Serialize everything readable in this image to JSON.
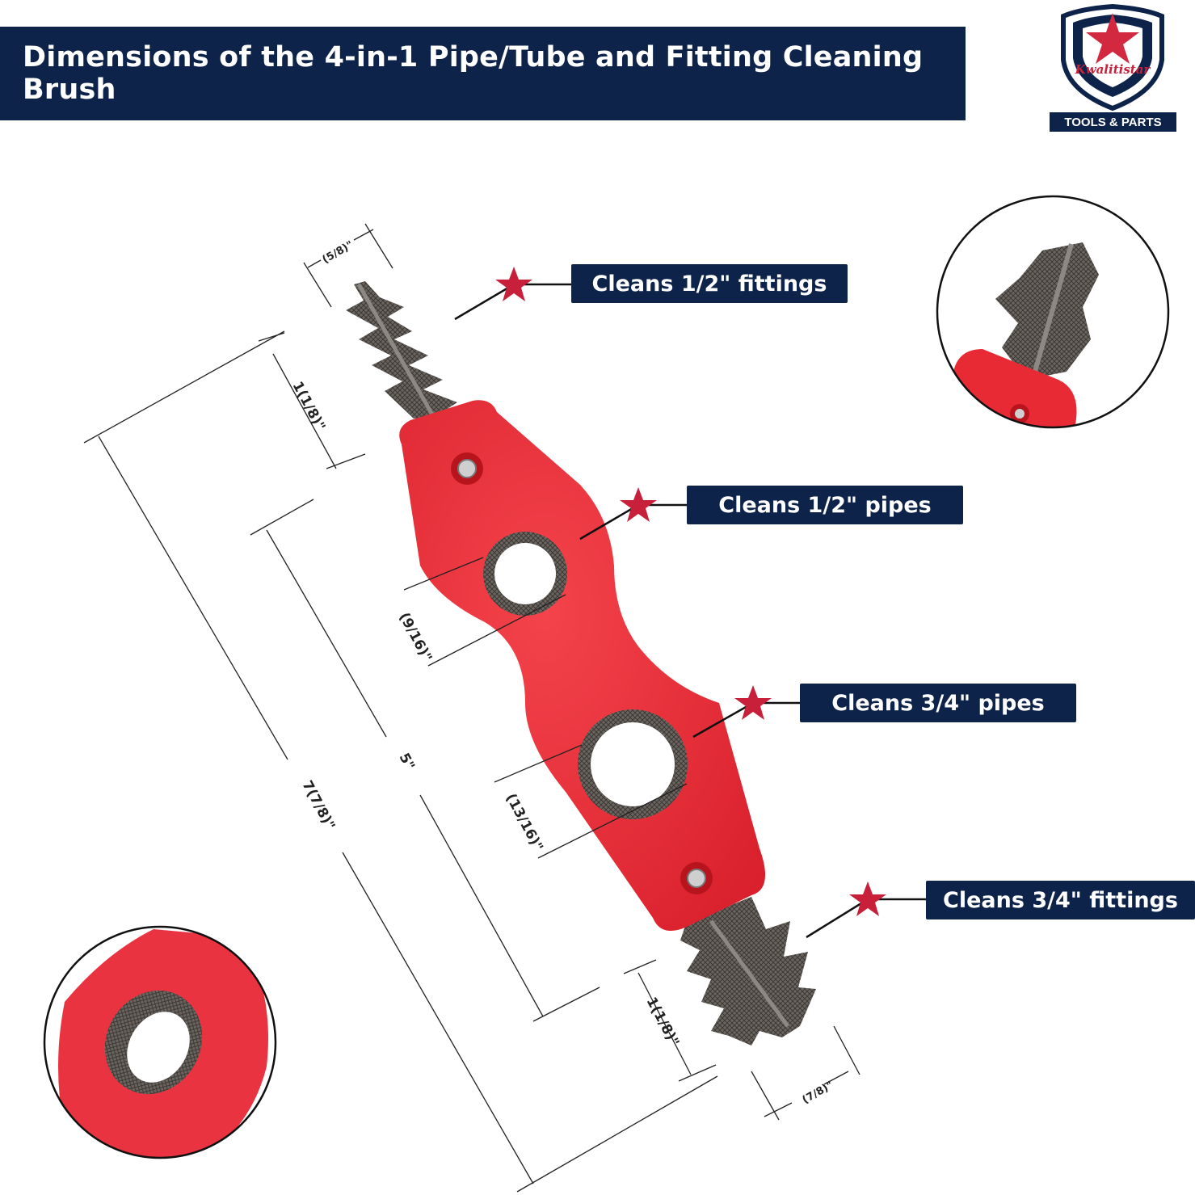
{
  "header": {
    "title": "Dimensions of the 4-in-1 Pipe/Tube and Fitting Cleaning Brush"
  },
  "logo": {
    "brand": "Kwalitistar",
    "tagline": "TOOLS & PARTS",
    "icon": "shield-star-icon"
  },
  "callouts": [
    {
      "label": "Cleans 1/2\" fittings"
    },
    {
      "label": "Cleans 1/2\" pipes"
    },
    {
      "label": "Cleans 3/4\" pipes"
    },
    {
      "label": "Cleans 3/4\" fittings"
    }
  ],
  "dimensions": {
    "top_brush_width": "(5/8)\"",
    "top_brush_length": "1(1/8)\"",
    "small_hole": "(9/16)\"",
    "large_hole": "(13/16)\"",
    "body_length": "5\"",
    "total_length": "7(7/8)\"",
    "bottom_brush_length": "1(1/8)\"",
    "bottom_brush_width": "(7/8)\""
  },
  "colors": {
    "navy": "#0e2349",
    "tool_red": "#e82a35",
    "star_red": "#c8203a",
    "bristle": "#5a5550"
  }
}
